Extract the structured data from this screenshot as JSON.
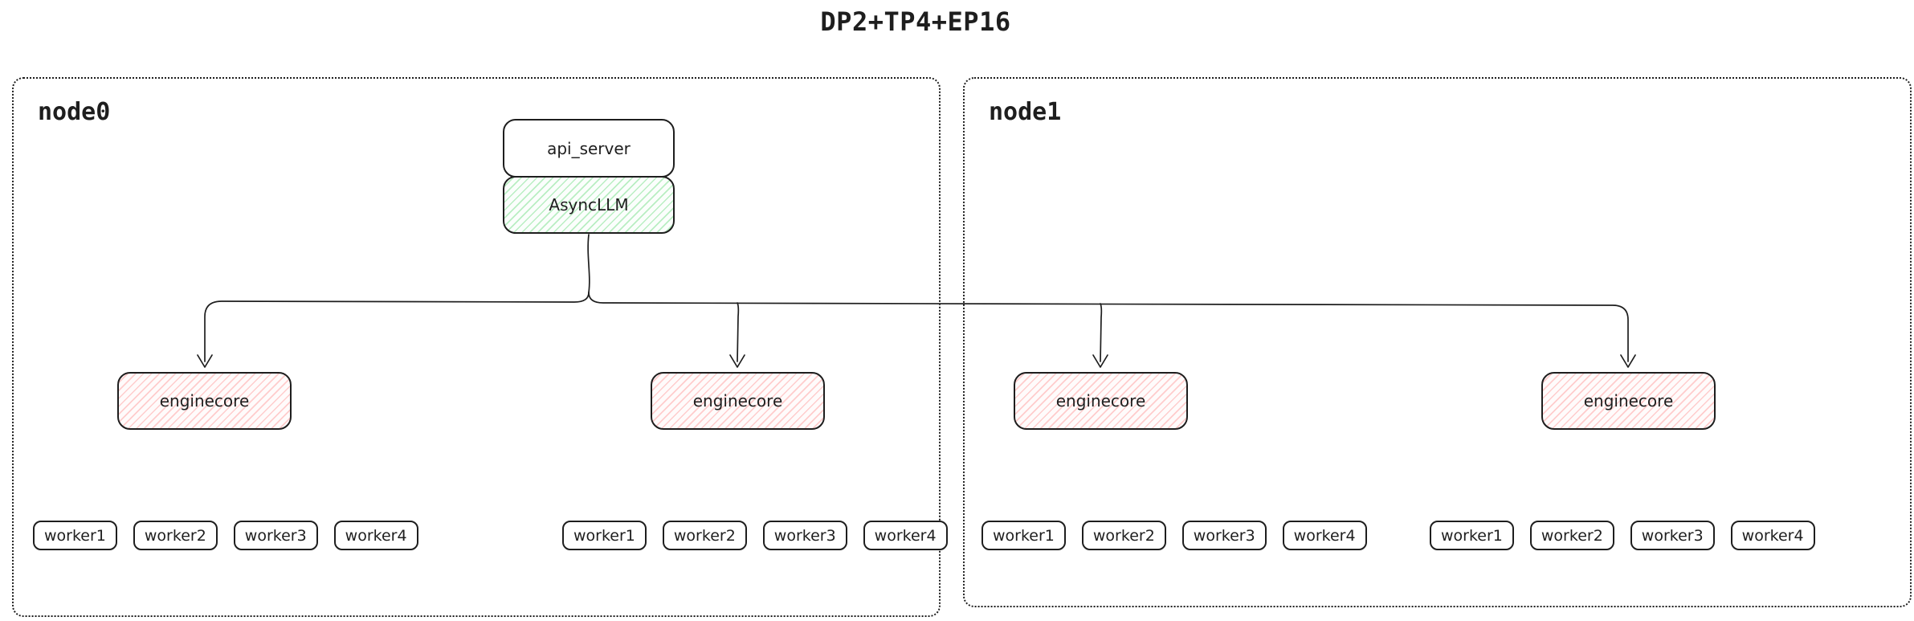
{
  "title": "DP2+TP4+EP16",
  "server": {
    "api_server_label": "api_server",
    "asyncllm_label": "AsyncLLM"
  },
  "nodes": [
    {
      "label": "node0",
      "engines": [
        {
          "label": "enginecore",
          "workers": [
            "worker1",
            "worker2",
            "worker3",
            "worker4"
          ]
        },
        {
          "label": "enginecore",
          "workers": [
            "worker1",
            "worker2",
            "worker3",
            "worker4"
          ]
        }
      ]
    },
    {
      "label": "node1",
      "engines": [
        {
          "label": "enginecore",
          "workers": [
            "worker1",
            "worker2",
            "worker3",
            "worker4"
          ]
        },
        {
          "label": "enginecore",
          "workers": [
            "worker1",
            "worker2",
            "worker3",
            "worker4"
          ]
        }
      ]
    }
  ],
  "colors": {
    "stroke": "#1e1e1e",
    "asyncllm_fill": "#69db7c",
    "enginecore_fill": "#ff8787"
  }
}
